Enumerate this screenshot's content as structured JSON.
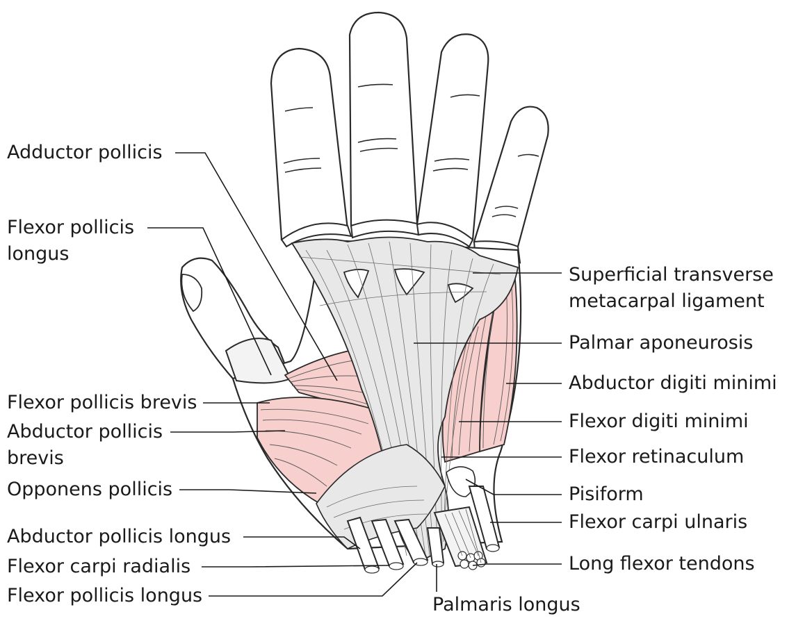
{
  "diagram": {
    "subject": "Palmar view of the hand: muscles and tendons",
    "colors": {
      "outline": "#2a2a2a",
      "skin_fill": "#ffffff",
      "aponeurosis_fill": "#e8e8e8",
      "muscle_fill": "#f7cfcc",
      "fiber_line": "#5a5a5a",
      "leader_line": "#1a1a1a"
    },
    "labels_left": {
      "adductor_pollicis": "Adductor pollicis",
      "flexor_pollicis_longus_upper_1": "Flexor pollicis",
      "flexor_pollicis_longus_upper_2": "longus",
      "flexor_pollicis_brevis": "Flexor pollicis brevis",
      "abductor_pollicis_brevis_1": "Abductor pollicis",
      "abductor_pollicis_brevis_2": "brevis",
      "opponens_pollicis": "Opponens pollicis",
      "abductor_pollicis_longus": "Abductor pollicis longus",
      "flexor_carpi_radialis": "Flexor carpi radialis",
      "flexor_pollicis_longus_lower": "Flexor pollicis longus"
    },
    "labels_right": {
      "superficial_transverse_1": "Superficial transverse",
      "superficial_transverse_2": "metacarpal ligament",
      "palmar_aponeurosis": "Palmar aponeurosis",
      "abductor_digiti_minimi": "Abductor digiti minimi",
      "flexor_digiti_minimi": "Flexor digiti minimi",
      "flexor_retinaculum": "Flexor retinaculum",
      "pisiform": "Pisiform",
      "flexor_carpi_ulnaris": "Flexor carpi ulnaris",
      "long_flexor_tendons": "Long flexor tendons"
    },
    "labels_bottom": {
      "palmaris_longus": "Palmaris longus"
    }
  }
}
